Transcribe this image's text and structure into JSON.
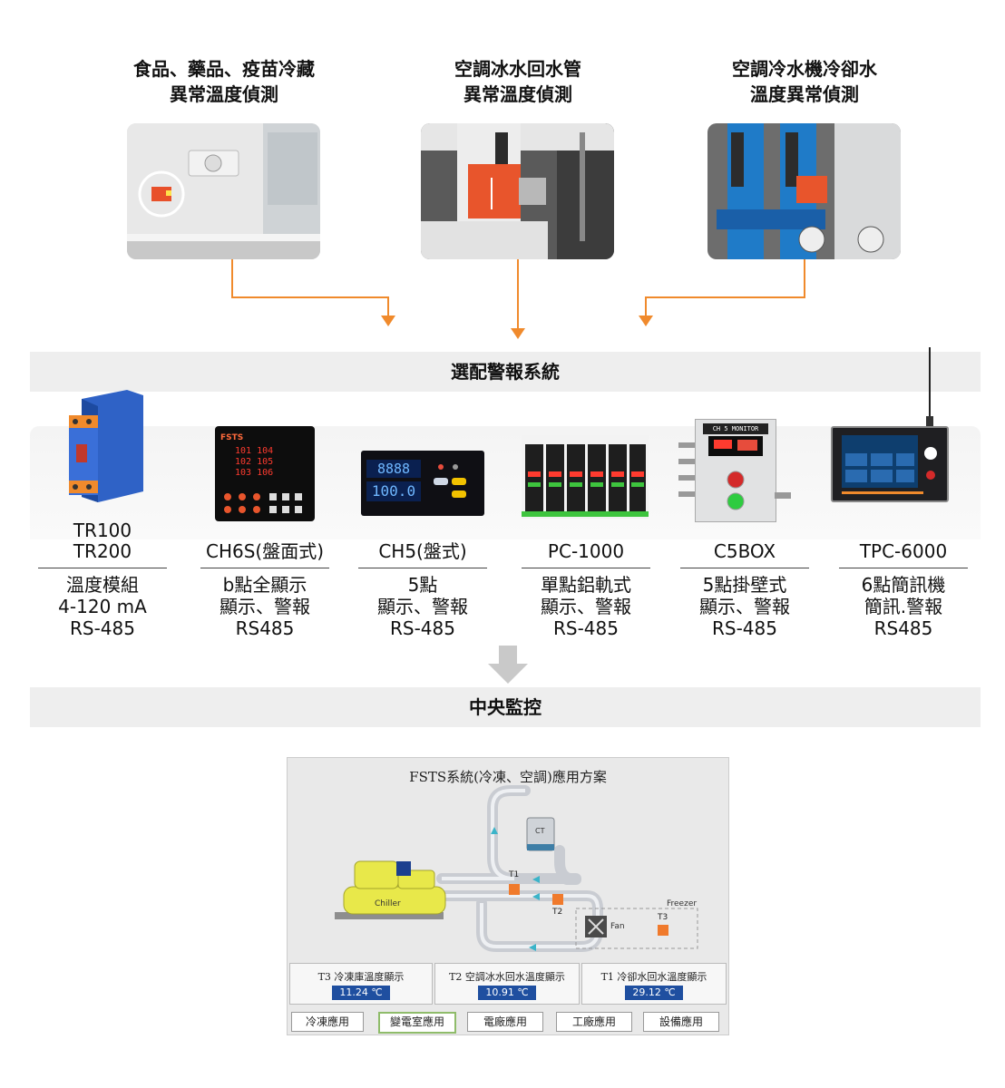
{
  "scenarios": [
    {
      "line1": "食品、藥品、疫苗冷藏",
      "line2": "異常溫度偵測"
    },
    {
      "line1": "空調冰水回水管",
      "line2": "異常溫度偵測"
    },
    {
      "line1": "空調冷水機冷卻水",
      "line2": "溫度異常偵測"
    }
  ],
  "alarm_band": "選配警報系統",
  "products": [
    {
      "name1": "TR100",
      "name2": "TR200",
      "desc": [
        "溫度模組",
        "4-120 mA",
        "RS-485"
      ]
    },
    {
      "name1": "CH6S(盤面式)",
      "name2": "",
      "desc": [
        "b點全顯示",
        "顯示、警報",
        "RS485"
      ]
    },
    {
      "name1": "CH5(盤式)",
      "name2": "",
      "desc": [
        "5點",
        "顯示、警報",
        "RS-485"
      ]
    },
    {
      "name1": "PC-1000",
      "name2": "",
      "desc": [
        "單點鋁軌式",
        "顯示、警報",
        "RS-485"
      ]
    },
    {
      "name1": "C5BOX",
      "name2": "",
      "desc": [
        "5點掛壁式",
        "顯示、警報",
        "RS-485"
      ]
    },
    {
      "name1": "TPC-6000",
      "name2": "",
      "desc": [
        "6點簡訊機",
        "簡訊.警報",
        "RS485"
      ]
    }
  ],
  "device_text": {
    "ch6s_brand": "FSTS",
    "ch6s_rows": [
      "101 104",
      "102 105",
      "103 106"
    ],
    "ch5_top": "8888",
    "ch5_bottom": "100.0",
    "c5box_title": "CH 5 MONITOR"
  },
  "central_band": "中央監控",
  "scada": {
    "title": "FSTS系統(冷凍、空調)應用方案",
    "chiller_label": "Chiller",
    "ct_label": "CT",
    "freezer_label": "Freezer",
    "fan_label": "Fan",
    "sensors": [
      "T1",
      "T2",
      "T3"
    ],
    "readouts": [
      {
        "label": "T3 冷凍庫溫度顯示",
        "value": "11.24 ℃"
      },
      {
        "label": "T2 空調冰水回水溫度顯示",
        "value": "10.91 ℃"
      },
      {
        "label": "T1 冷卻水回水溫度顯示",
        "value": "29.12 ℃"
      }
    ],
    "buttons": [
      "冷凍應用",
      "變電室應用",
      "電廠應用",
      "工廠應用",
      "設備應用"
    ],
    "active_button": 1
  },
  "colors": {
    "arrow": "#f08a2c",
    "band": "#eeeeee",
    "readout": "#1f4fa0",
    "chiller": "#e8e84a",
    "sensor": "#f07a2c"
  }
}
